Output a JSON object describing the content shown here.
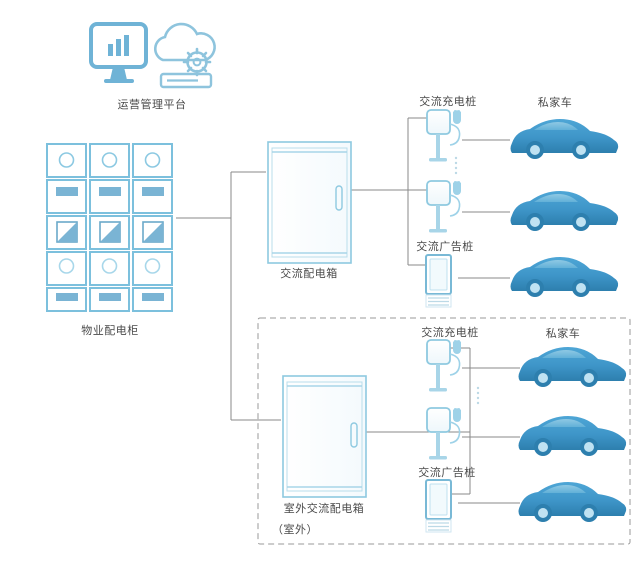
{
  "diagram": {
    "title_nodes": {
      "platform": "运营管理平台",
      "property_cabinet": "物业配电柜",
      "ac_distribution_box": "交流配电箱",
      "outdoor_ac_distribution_box": "室外交流配电箱",
      "outdoor_zone": "（室外）"
    },
    "indoor_branch": {
      "charging_pile_label": "交流充电桩",
      "ad_pile_label": "交流广告桩",
      "car_label": "私家车",
      "ellipsis": "⋮"
    },
    "outdoor_branch": {
      "charging_pile_label": "交流充电桩",
      "ad_pile_label": "交流广告桩",
      "car_label": "私家车",
      "ellipsis": "⋮"
    },
    "icons": {
      "monitor": "monitor-bar-chart-icon",
      "cloud": "cloud-gear-server-icon",
      "breaker_cabinet": "breaker-cabinet-icon",
      "distribution_box": "distribution-box-icon",
      "charging_pile": "ac-charging-pile-icon",
      "ad_pile": "ac-advertising-pile-icon",
      "car": "private-car-icon"
    },
    "colors": {
      "primary": "#5aafd4",
      "light": "#9ecfe4",
      "accent": "#3e8fc0",
      "car_dark": "#2f7fad",
      "car_light": "#9ed2e8",
      "line": "#8a8a8a",
      "dashed": "#9a9a9a",
      "text": "#4a4a4a"
    }
  }
}
